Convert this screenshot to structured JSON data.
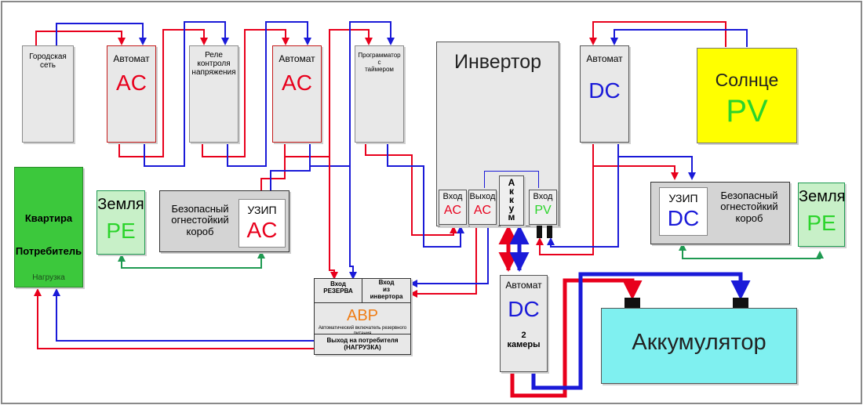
{
  "colors": {
    "phase": "#e8001c",
    "neutral": "#1a1ad8",
    "earth": "#1f9a52",
    "panel_gray": "#e8e8e8",
    "apartment_green": "#3cc83c",
    "sun_yellow": "#ffff00",
    "battery_cyan": "#7ff0f0",
    "pe_green": "#c8f0c8"
  },
  "city": {
    "label": "Городская\nсеть"
  },
  "breaker_ac_1": {
    "title": "Автомат",
    "code": "AC"
  },
  "relay": {
    "label": "Реле\nконтроля\nнапряжения"
  },
  "breaker_ac_2": {
    "title": "Автомат",
    "code": "AC"
  },
  "timer": {
    "label": "Программатор\nс\nтаймером"
  },
  "inverter": {
    "title": "Инвертор",
    "ports": {
      "in_ac": {
        "label": "Вход",
        "code": "AC"
      },
      "out_ac": {
        "label": "Выход",
        "code": "AC"
      },
      "battery": {
        "label": "Аккум"
      },
      "in_pv": {
        "label": "Вход",
        "code": "PV"
      }
    }
  },
  "breaker_dc_top": {
    "title": "Автомат",
    "code": "DC"
  },
  "sun": {
    "line1": "Солнце",
    "line2": "PV"
  },
  "apartment": {
    "line1": "Квартира",
    "line2": "Потребитель",
    "line3": "Нагрузка"
  },
  "earth_left": {
    "line1": "Земля",
    "line2": "PE"
  },
  "earth_right": {
    "line1": "Земля",
    "line2": "PE"
  },
  "fireproof_left": {
    "label": "Безопасный\nогнестойкий\nкороб",
    "uzip": "УЗИП",
    "code": "AC"
  },
  "fireproof_right": {
    "label": "Безопасный\nогнестойкий\nкороб",
    "uzip": "УЗИП",
    "code": "DC"
  },
  "avr": {
    "in_reserve": "Вход\nРЕЗЕРВА",
    "in_inverter": "Вход\nиз\nинвертора",
    "title": "АВР",
    "subtitle": "Автоматический включатель резервного питания",
    "output": "Выход на потребителя\n(НАГРУЗКА)"
  },
  "breaker_dc_bottom": {
    "title": "Автомат",
    "code": "DC",
    "note": "2\nкамеры"
  },
  "battery": {
    "label": "Аккумулятор"
  }
}
